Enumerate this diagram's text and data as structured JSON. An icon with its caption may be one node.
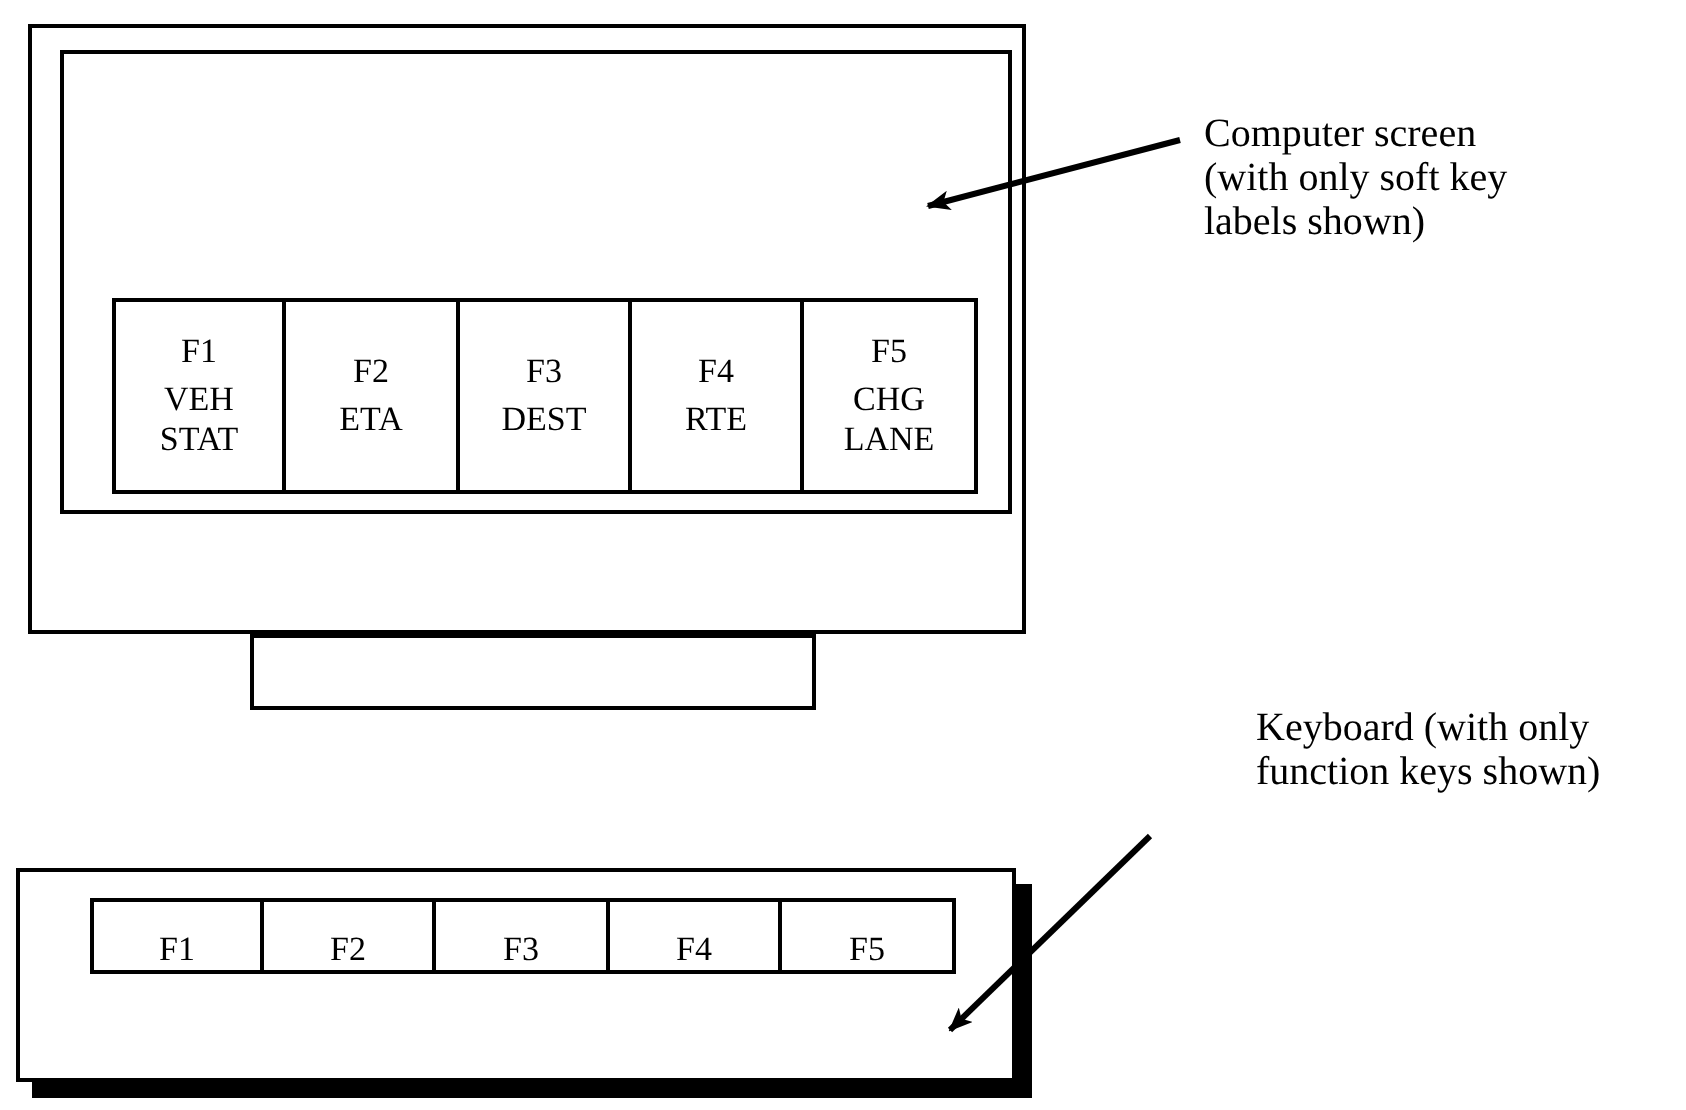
{
  "diagram": {
    "nodes": [
      {
        "text": [],
        "shape": "box"
      },
      {
        "text": [],
        "shape": "box",
        "in": 0
      },
      {
        "text": [
          "F1",
          "VEH STAT"
        ],
        "in": 1
      },
      {
        "text": [
          "F2",
          "ETA"
        ],
        "in": 1
      },
      {
        "text": [
          "F3",
          "DEST"
        ],
        "in": 1
      },
      {
        "text": [
          "F4",
          "RTE"
        ],
        "in": 1
      },
      {
        "text": [
          "F5",
          "CHG LANE"
        ],
        "in": 1
      },
      {
        "text": [],
        "shape": "box"
      },
      {
        "text": [
          "Computer screen (with only soft key labels shown)"
        ]
      },
      {
        "text": [],
        "shape": "box"
      },
      {
        "text": [
          "F1"
        ],
        "in": 9
      },
      {
        "text": [
          "F2"
        ],
        "in": 9
      },
      {
        "text": [
          "F3"
        ],
        "in": 9
      },
      {
        "text": [
          "F4"
        ],
        "in": 9
      },
      {
        "text": [
          "F5"
        ],
        "in": 9
      },
      {
        "text": [
          "Keyboard (with only function keys shown)"
        ]
      }
    ],
    "edges": [
      {
        "from": 8,
        "to": 1,
        "arrow": "to"
      },
      {
        "from": 15,
        "to": 9,
        "arrow": "to"
      }
    ]
  }
}
